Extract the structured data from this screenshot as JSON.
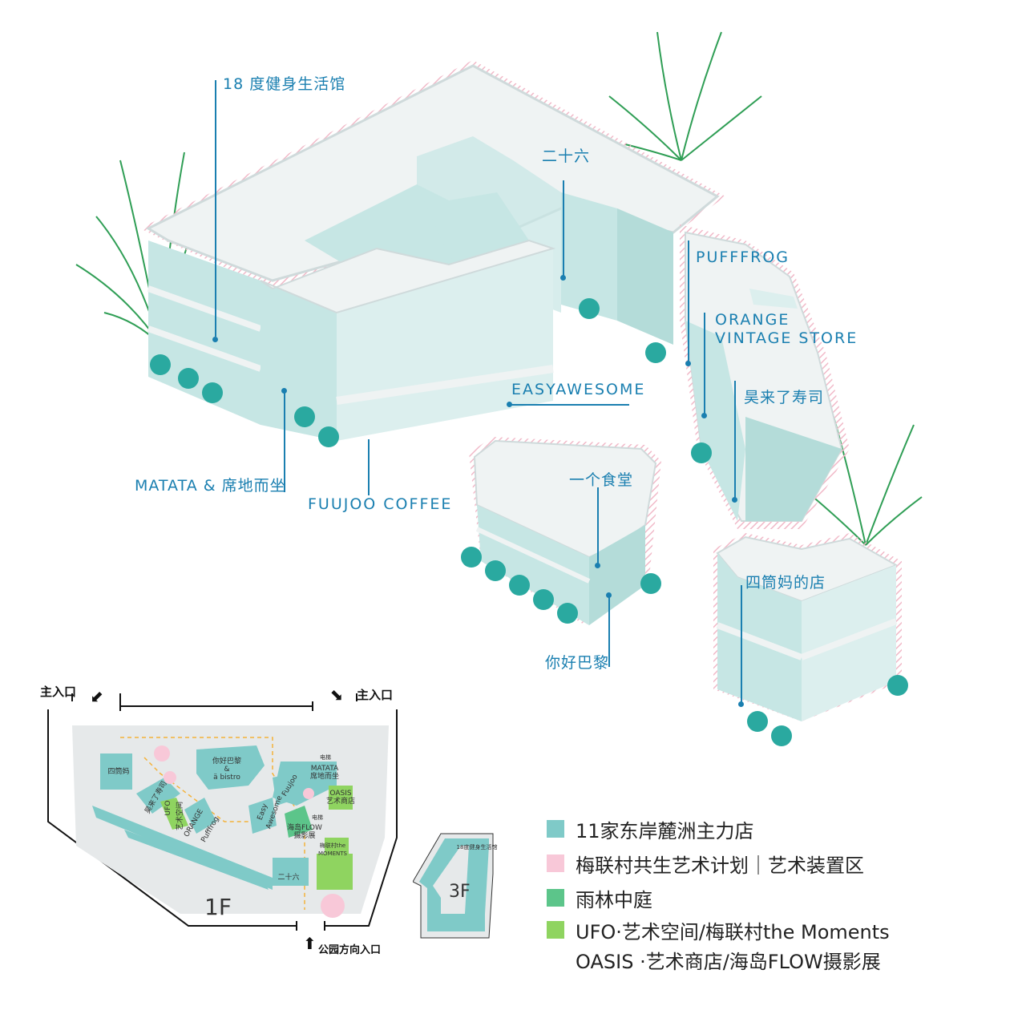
{
  "stores": {
    "fitness": "18 度健身生活馆",
    "ershiliu": "二十六",
    "pufffrog": "PUFFFROG",
    "orange_line1": "ORANGE",
    "orange_line2": "VINTAGE STORE",
    "sushi": "昊来了寿司",
    "easyawesome": "EASYAWESOME",
    "matata": "MATATA & 席地而坐",
    "fuujoo": "FUUJOO COFFEE",
    "canteen": "一个食堂",
    "nihao_paris": "你好巴黎",
    "situongma": "四筒妈的店"
  },
  "entrances": {
    "main_left": "主入口",
    "main_right": "主入口",
    "park": "公园方向入口"
  },
  "floorplan_1f": {
    "floor_label": "1F",
    "units": {
      "situongma": "四筒妈",
      "nihao_bistro_1": "你好巴黎",
      "nihao_bistro_2": "&",
      "nihao_bistro_3": "ä bistro",
      "matata_1": "MATATA",
      "matata_2": "席地而坐",
      "fuujoo": "Fuujoo",
      "oasis_1": "OASIS",
      "oasis_2": "艺术商店",
      "easy_1": "Easy",
      "easy_2": "Awesome",
      "haodao_1": "海岛FLOW",
      "haodao_2": "摄影展",
      "meilian": "梅联村the MOMENTS",
      "ershiliu": "二十六",
      "sushi": "昊来了寿司",
      "ufo_1": "UFO",
      "ufo_2": "艺术空间",
      "orange": "ORANGE",
      "pufffrog": "Pufffrog",
      "toilet_1": "电梯",
      "toilet_2": "电梯"
    }
  },
  "floorplan_3f": {
    "floor_label": "3F",
    "unit": "18度健身生活馆"
  },
  "legend": [
    {
      "label": "11家东岸麓洲主力店",
      "color": "#7fcac8"
    },
    {
      "label": "梅联村共生艺术计划｜艺术装置区",
      "color": "#f8c8d8"
    },
    {
      "label": "雨林中庭",
      "color": "#5cc58a"
    },
    {
      "label": "UFO·艺术空间/梅联村the Moments",
      "color": "#8fd460"
    },
    {
      "label": "OASIS ·艺术商店/海岛FLOW摄影展",
      "color": ""
    }
  ],
  "colors": {
    "label_blue": "#1a7fb0",
    "wall_teal": "#c6e6e4",
    "roof": "#eff3f3",
    "tree": "#2aa9a0",
    "palm": "#2f9e55",
    "hatch_pink": "#f1b9c8"
  }
}
